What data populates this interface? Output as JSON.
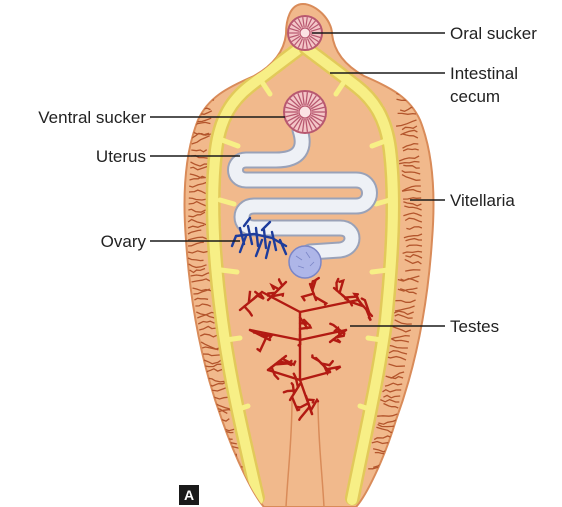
{
  "labels": {
    "oral_sucker": "Oral sucker",
    "intestinal_cecum_line1": "Intestinal",
    "intestinal_cecum_line2": "cecum",
    "ventral_sucker": "Ventral sucker",
    "uterus": "Uterus",
    "vitellaria": "Vitellaria",
    "ovary": "Ovary",
    "testes": "Testes"
  },
  "panel_letter": "A",
  "colors": {
    "body_fill": "#f1b98c",
    "body_edge": "#d98b59",
    "cecum": "#f7ef86",
    "cecum_edge": "#e2c95a",
    "vitellaria": "#b3552c",
    "uterus_fill": "#eef1f6",
    "uterus_edge": "#9aa2b8",
    "sucker_fill": "#f4c6c8",
    "sucker_rays": "#b85870",
    "ovary": "#1d3c9c",
    "ovoid_gland": "#aeb6e8",
    "testes": "#b21a12",
    "leader_line": "#1a1a1a"
  }
}
